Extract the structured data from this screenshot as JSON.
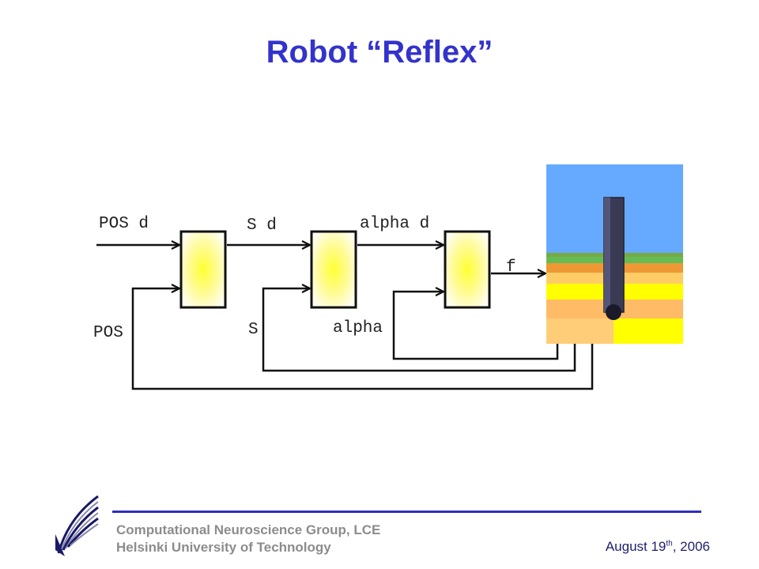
{
  "slide": {
    "title": "Robot “Reflex”"
  },
  "diagram": {
    "labels": {
      "pos_d": "POS d",
      "pos": "POS",
      "s_d": "S d",
      "s": "S",
      "alpha_d": "alpha d",
      "alpha": "alpha",
      "f": "f"
    },
    "colors": {
      "block_center": "#ffff33",
      "block_edge": "#fffbe6",
      "sky": "#66aaff",
      "robot": "#3a3a55"
    }
  },
  "footer": {
    "org_line1": "Computational Neuroscience Group, LCE",
    "org_line2": "Helsinki University of Technology",
    "date_prefix": "August 19",
    "date_sup": "th",
    "date_suffix": ", 2006",
    "logo_icon": "university-logo-icon"
  }
}
